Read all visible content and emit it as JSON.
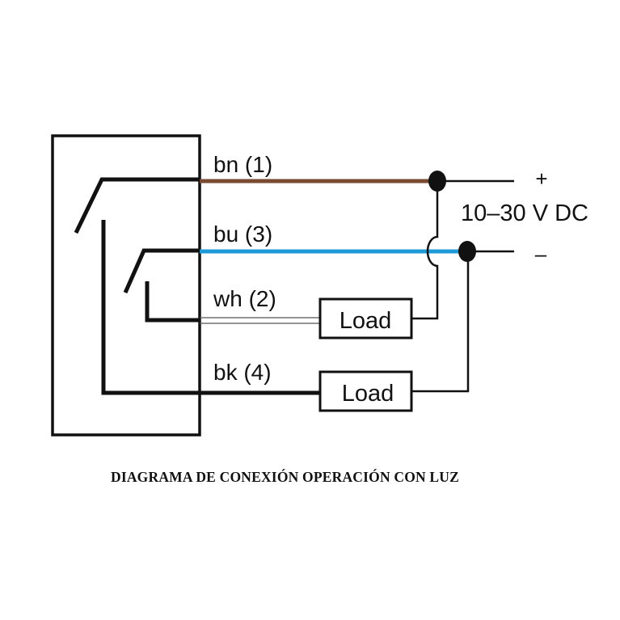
{
  "wires": {
    "brown": {
      "label": "bn (1)",
      "color": "#7a4a33"
    },
    "blue": {
      "label": "bu (3)",
      "color": "#1e9ad6"
    },
    "white": {
      "label": "wh (2)"
    },
    "black": {
      "label": "bk (4)"
    }
  },
  "loads": {
    "upper": "Load",
    "lower": "Load"
  },
  "supply": {
    "voltage": "10–30 V DC",
    "plus": "+",
    "minus": "–"
  },
  "caption": "DIAGRAMA DE CONEXIÓN OPERACIÓN CON LUZ"
}
